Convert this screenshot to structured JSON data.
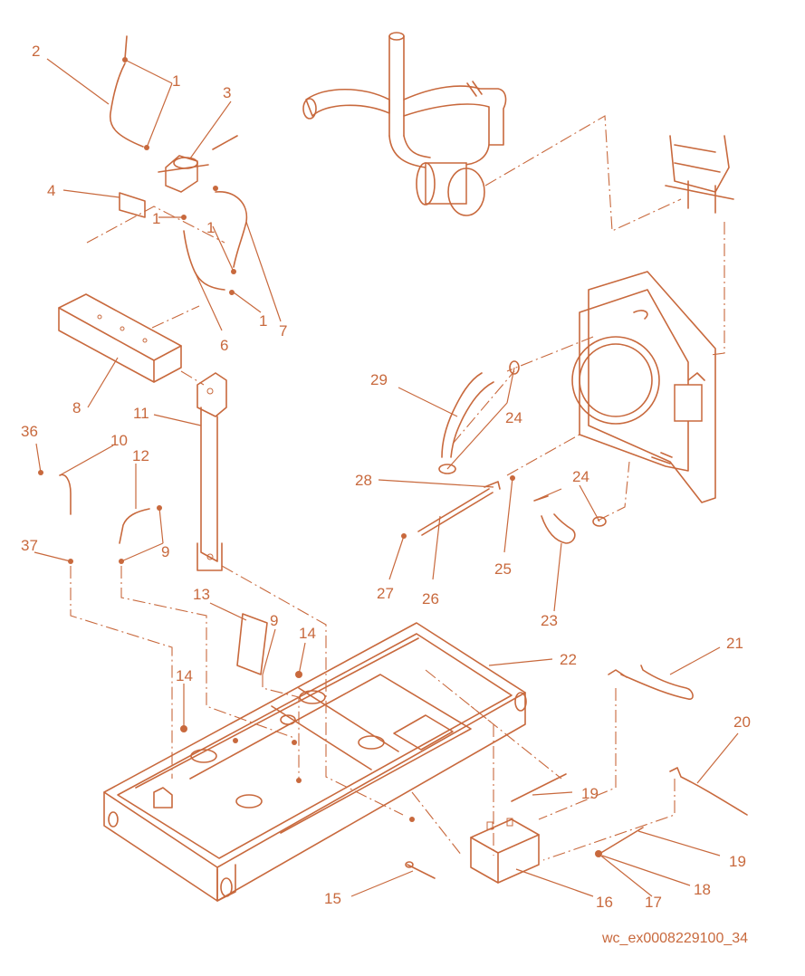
{
  "figure_id": "wc_ex0008229100_34",
  "colors": {
    "line": "#c8693d",
    "background": "#ffffff"
  },
  "callouts": [
    "1",
    "1",
    "1",
    "1",
    "2",
    "3",
    "4",
    "6",
    "7",
    "8",
    "9",
    "9",
    "10",
    "11",
    "12",
    "13",
    "14",
    "14",
    "15",
    "16",
    "17",
    "18",
    "19",
    "19",
    "20",
    "21",
    "22",
    "23",
    "24",
    "24",
    "25",
    "26",
    "27",
    "28",
    "29",
    "36",
    "37"
  ]
}
